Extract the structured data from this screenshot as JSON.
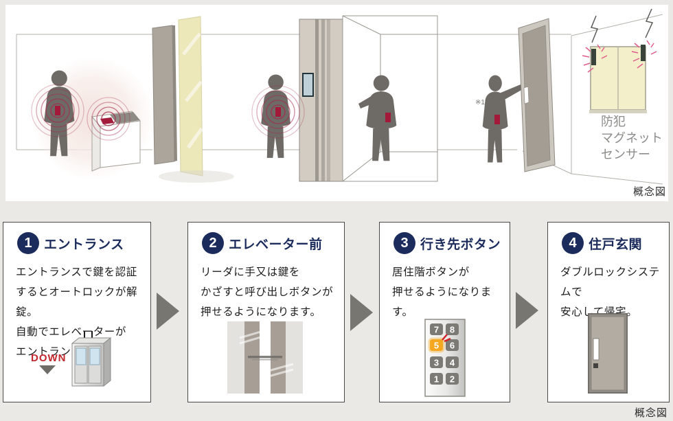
{
  "colors": {
    "background": "#ebe9e5",
    "panel_bg": "#ffffff",
    "box_border": "#4a4947",
    "badge_navy": "#1b2b5c",
    "body_text": "#1c1c1c",
    "arrow_gray": "#787670",
    "accent_red": "#a52045",
    "down_red": "#c1272d",
    "glass_yellow": "#ede8ba",
    "door_taupe": "#a49d94",
    "silhouette_gray": "#6e6a65",
    "highlight_orange": "#f4a71f",
    "button_gray": "#7c7a75",
    "label_gray": "#8c8c8a"
  },
  "top_panel": {
    "caption": "概念図",
    "note_marker": "※1",
    "security_sensor_label": [
      "防犯",
      "マグネット",
      "センサー"
    ]
  },
  "steps": [
    {
      "number": "1",
      "title": "エントランス",
      "lines": [
        "エントランスで鍵を認証",
        "するとオートロックが解錠。",
        "自動でエレベーターが",
        "エントランス階へ。"
      ],
      "down_label": "DOWN"
    },
    {
      "number": "2",
      "title": "エレベーター前",
      "lines": [
        "リーダに手又は鍵を",
        "かざすと呼び出しボタンが",
        "押せるようになります。"
      ]
    },
    {
      "number": "3",
      "title": "行き先ボタン",
      "lines": [
        "居住階ボタンが",
        "押せるようになります。"
      ],
      "buttons": [
        [
          "7",
          "8"
        ],
        [
          "5",
          "6"
        ],
        [
          "3",
          "4"
        ],
        [
          "1",
          "2"
        ]
      ],
      "highlighted": "5"
    },
    {
      "number": "4",
      "title": "住戸玄関",
      "lines": [
        "ダブルロックシステムで",
        "安心して帰宅。"
      ]
    }
  ],
  "bottom_caption": "概念図"
}
